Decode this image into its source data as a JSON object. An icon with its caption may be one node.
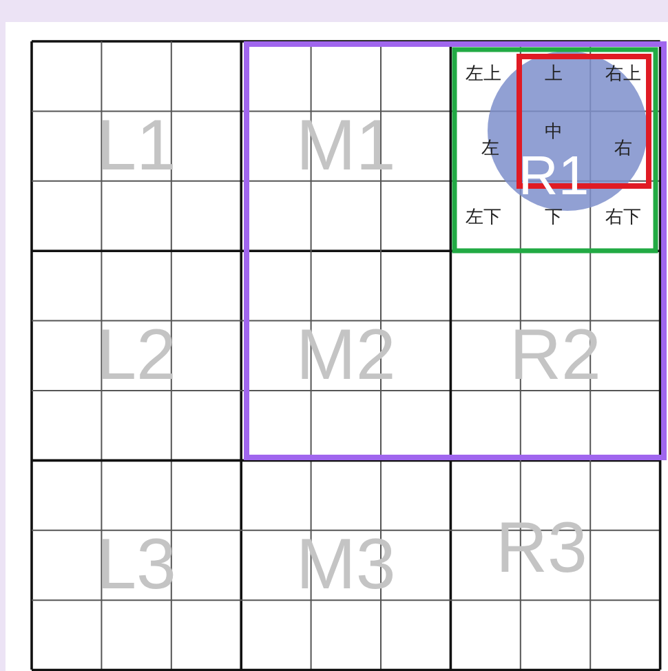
{
  "diagram": {
    "labels": [
      "L1",
      "M1",
      "R1",
      "左上",
      "上",
      "右上",
      "左",
      "中",
      "右",
      "左下",
      "下",
      "右下",
      "L2",
      "M2",
      "R2",
      "L3",
      "M3",
      "R3"
    ]
  }
}
